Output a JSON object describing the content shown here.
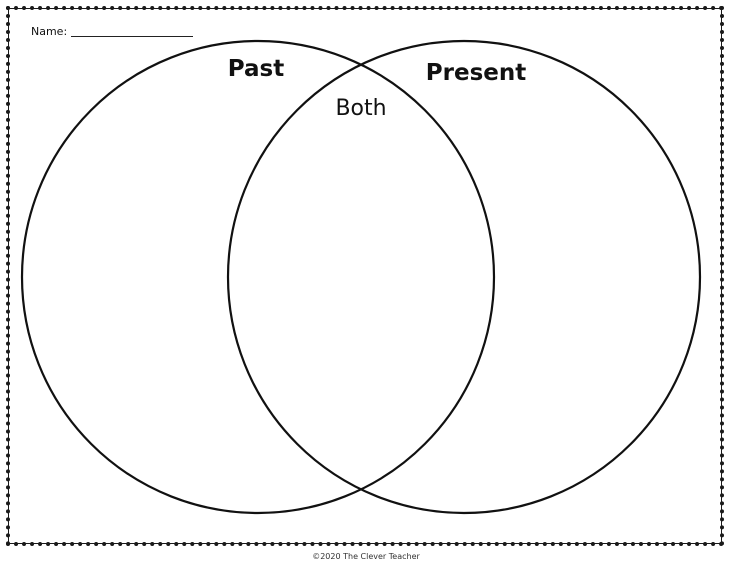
{
  "worksheet": {
    "name_label": "Name:",
    "labels": {
      "left": "Past",
      "right": "Present",
      "overlap": "Both"
    },
    "copyright": "©2020 The Clever Teacher"
  },
  "colors": {
    "ink": "#111111",
    "background": "#ffffff"
  }
}
